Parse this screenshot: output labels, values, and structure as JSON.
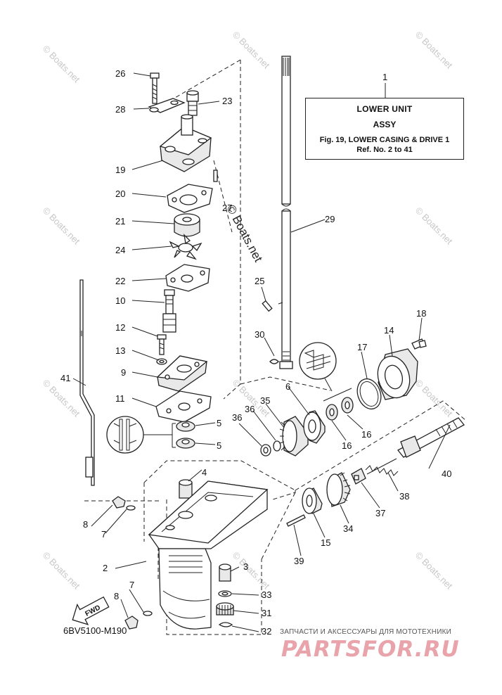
{
  "title_box": {
    "line1": "LOWER UNIT",
    "line2": "ASSY",
    "line3": "Fig. 19, LOWER CASING & DRIVE 1",
    "line4": "Ref. No. 2 to 41"
  },
  "callouts": {
    "c1": "1",
    "c2": "2",
    "c3": "3",
    "c4": "4",
    "c5a": "5",
    "c5b": "5",
    "c6": "6",
    "c7a": "7",
    "c7b": "7",
    "c8a": "8",
    "c8b": "8",
    "c9": "9",
    "c10": "10",
    "c11": "11",
    "c12": "12",
    "c13": "13",
    "c14": "14",
    "c15": "15",
    "c16a": "16",
    "c16b": "16",
    "c17": "17",
    "c18": "18",
    "c19": "19",
    "c20": "20",
    "c21": "21",
    "c22": "22",
    "c23": "23",
    "c24": "24",
    "c25": "25",
    "c26": "26",
    "c27": "27",
    "c28": "28",
    "c29": "29",
    "c30": "30",
    "c31": "31",
    "c32": "32",
    "c33": "33",
    "c34": "34",
    "c35": "35",
    "c36a": "36",
    "c36b": "36",
    "c37": "37",
    "c38": "38",
    "c39": "39",
    "c40": "40",
    "c41": "41"
  },
  "fwd_label": "FWD",
  "diagram_code": "6BV5100-M190",
  "watermark_text": "© Boats.net",
  "shop_tagline": "ЗАПЧАСТИ И АКСЕССУАРЫ ДЛЯ МОТОТЕХНИКИ",
  "shop_logo": "PARTSFOR.RU",
  "colors": {
    "ink": "#222222",
    "watermark": "#c8c8c8",
    "shop_logo": "#e9a3ab"
  }
}
